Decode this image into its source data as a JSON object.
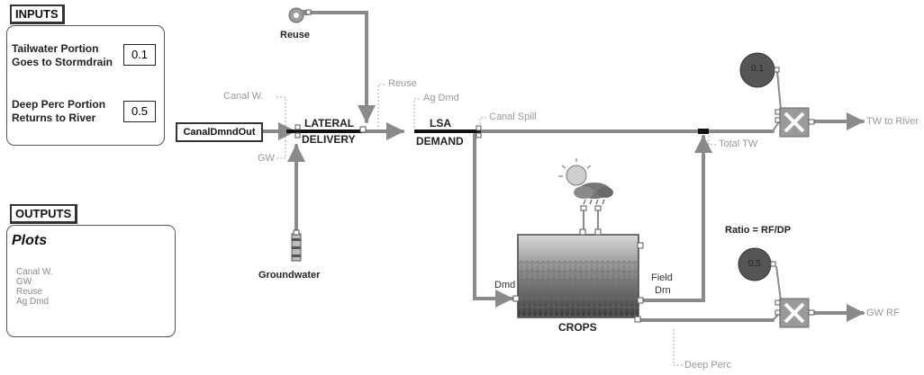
{
  "inputs": {
    "title": "INPUTS",
    "tailwater_label_1": "Tailwater Portion",
    "tailwater_label_2": "Goes to Stormdrain",
    "tailwater_value": "0.1",
    "deepperc_label_1": "Deep Perc Portion",
    "deepperc_label_2": "Returns to River",
    "deepperc_value": "0.5"
  },
  "outputs": {
    "title": "OUTPUTS",
    "plots_label": "Plots",
    "plot_series": [
      "Canal W.",
      "GW",
      "Reuse",
      "Ag Dmd"
    ]
  },
  "nodes": {
    "canal_dmnd_out": "CanalDmndOut",
    "lateral_1": "LATERAL",
    "lateral_2": "DELIVERY",
    "lsa_1": "LSA",
    "lsa_2": "DEMAND",
    "crops": "CROPS",
    "reuse": "Reuse",
    "groundwater": "Groundwater",
    "ratio": "Ratio = RF/DP",
    "const_top": "0.1",
    "const_bottom": "0.5"
  },
  "links": {
    "canal_w": "Canal W.",
    "gw": "GW",
    "reuse": "Reuse",
    "ag_dmd": "Ag Dmd",
    "canal_spill": "Canal Spill",
    "total_tw": "Total TW",
    "tw_to_river": "TW to River",
    "gw_rf": "GW RF",
    "dmd": "Dmd",
    "field": "Field",
    "drn": "Drn",
    "deep_perc": "Deep Perc"
  },
  "colors": {
    "pipe": "#8a8a8a",
    "node_dark": "#555555",
    "multiplier": "#9a9a9a"
  }
}
